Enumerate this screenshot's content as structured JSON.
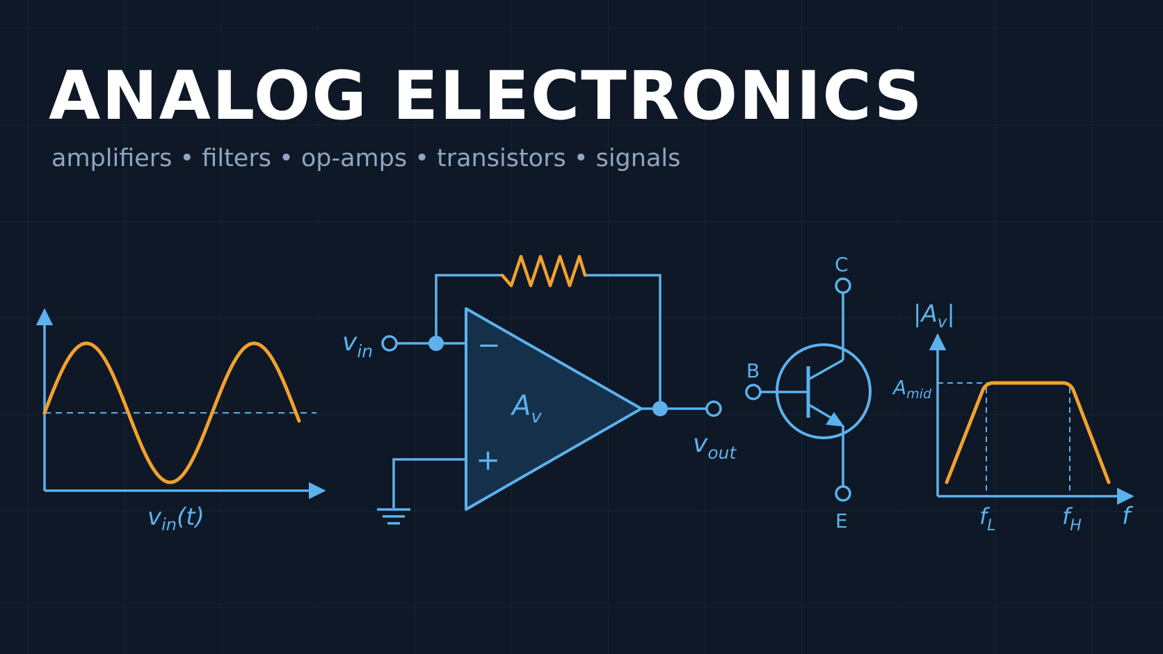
{
  "title": "ANALOG ELECTRONICS",
  "subtitle": "amplifiers • filters • op-amps • transistors • signals",
  "colors": {
    "background": "#0e1826",
    "wire": "#5db2ee",
    "signal": "#f2a12e",
    "title": "#ffffff",
    "subtitle": "#8fa6c2"
  },
  "sine_plot": {
    "var": "v",
    "sub": "in",
    "arg": "(t)"
  },
  "opamp": {
    "input": {
      "var": "v",
      "sub": "in"
    },
    "output": {
      "var": "v",
      "sub": "out"
    },
    "gain": {
      "var": "A",
      "sub": "v"
    },
    "minus": "−",
    "plus": "+"
  },
  "transistor": {
    "collector": "C",
    "base": "B",
    "emitter": "E"
  },
  "bode_plot": {
    "ylabel": {
      "pre": "|",
      "var": "A",
      "sub": "v",
      "post": "|"
    },
    "mid": {
      "var": "A",
      "sub": "mid"
    },
    "fl": {
      "var": "f",
      "sub": "L"
    },
    "fh": {
      "var": "f",
      "sub": "H"
    },
    "xlabel": "f"
  }
}
